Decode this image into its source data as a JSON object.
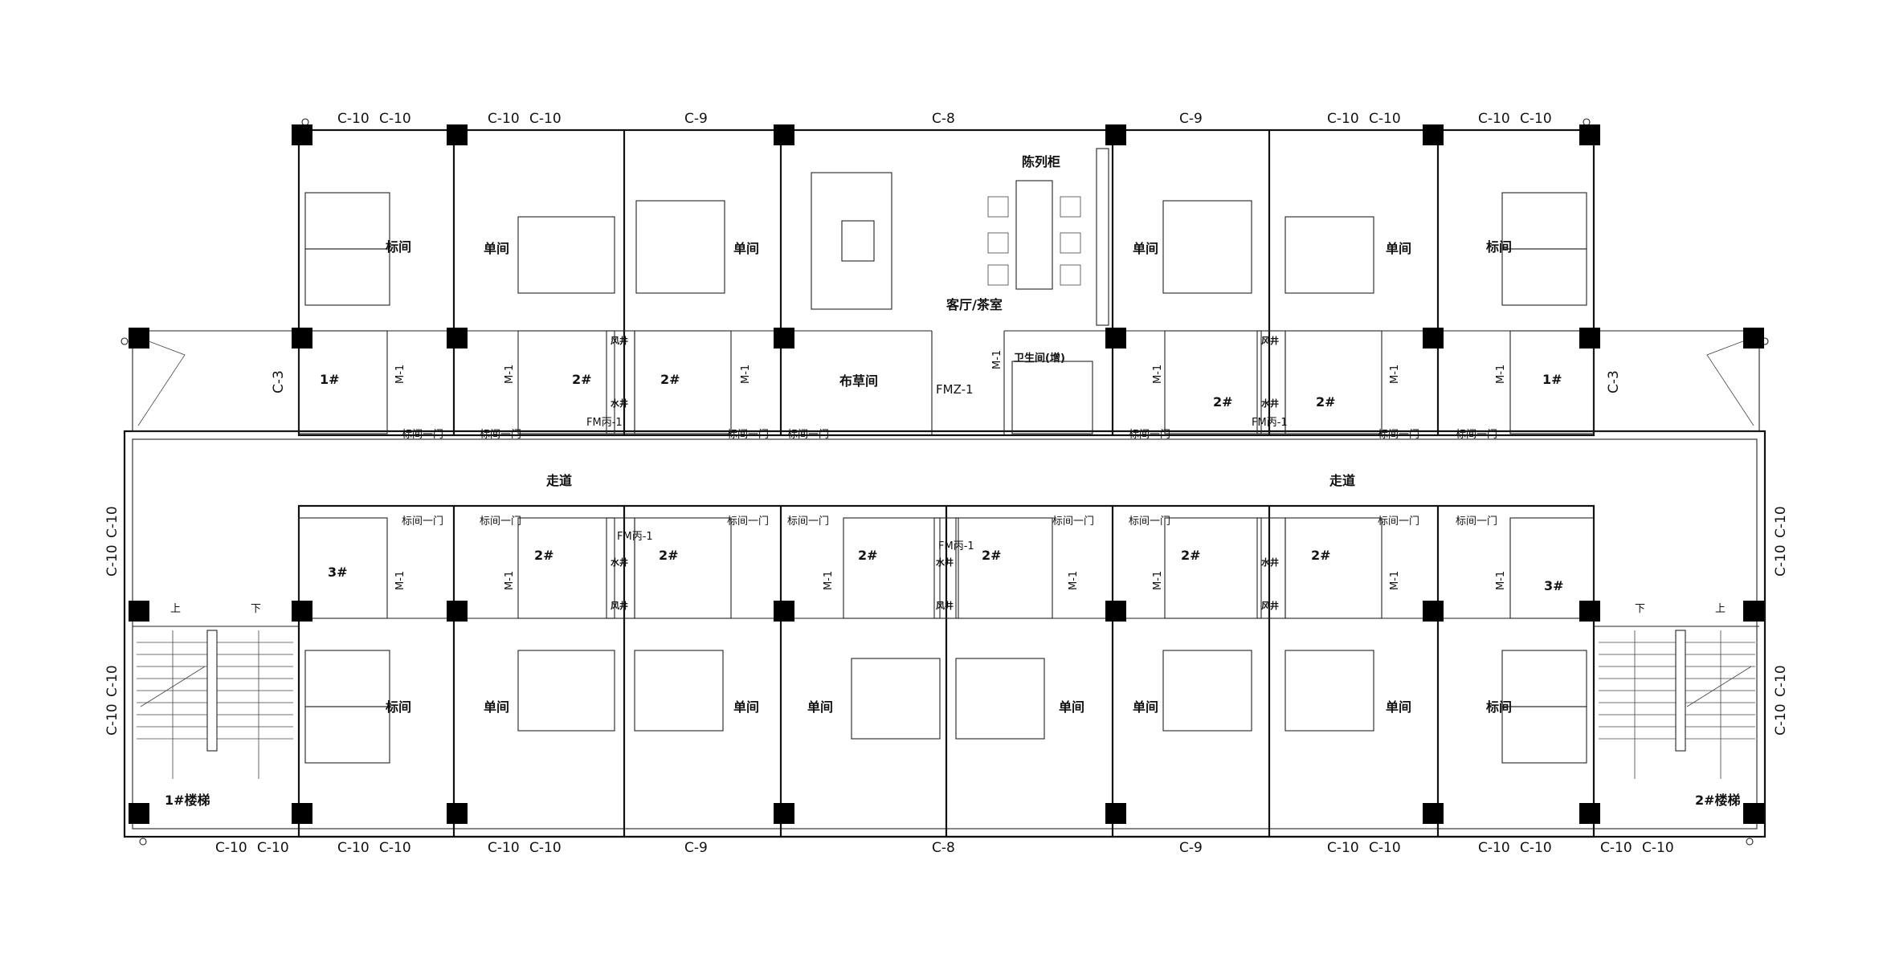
{
  "rooms": {
    "standard": "标间",
    "single": "单间",
    "corridor": "走道",
    "lounge": "客厅/茶室",
    "linen": "布草间",
    "display_cabinet": "陈列柜",
    "toilet_added": "卫生间(增)",
    "stair_1": "1#楼梯",
    "stair_2": "2#楼梯"
  },
  "shafts": {
    "wind": "风井",
    "water": "水井"
  },
  "bath_types": {
    "t1": "1#",
    "t2": "2#",
    "t3": "3#"
  },
  "windows": {
    "c10": "C-10",
    "c9": "C-9",
    "c8": "C-8",
    "c3": "C-3"
  },
  "doors": {
    "room": "标间一门",
    "bath": "M-1",
    "shaft": "FM丙-1",
    "fire": "FMZ-1"
  },
  "stair_marks": {
    "up": "上",
    "down": "下"
  }
}
